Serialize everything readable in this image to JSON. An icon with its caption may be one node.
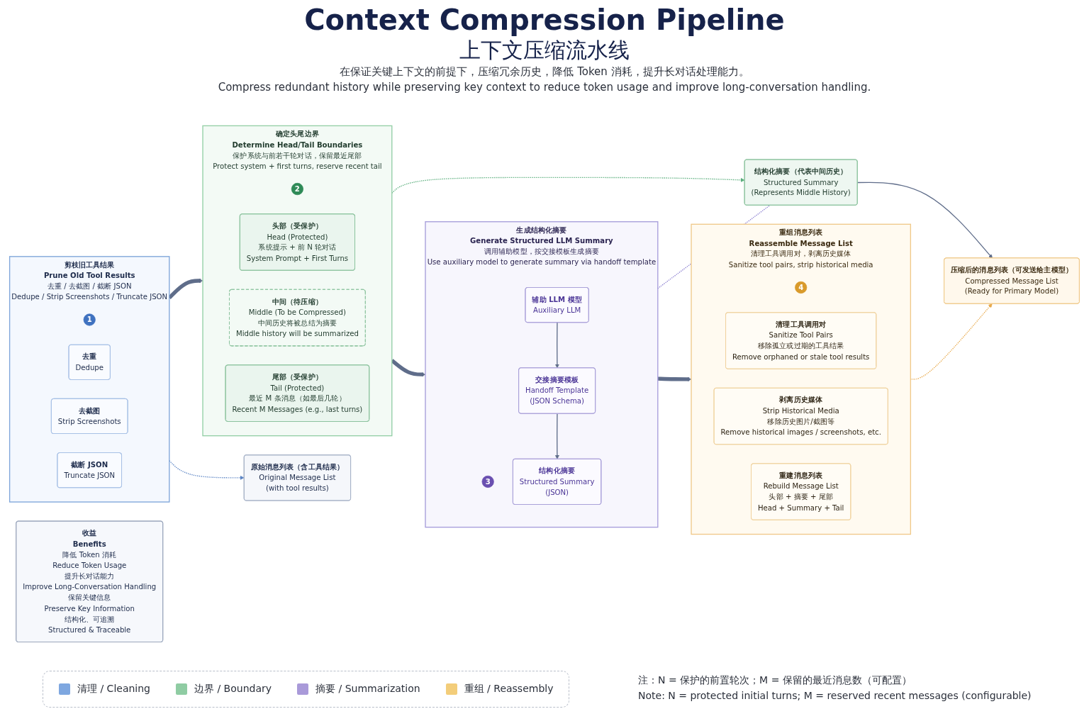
{
  "diagram": {
    "title": "Context Compression Pipeline",
    "nodes": [
      {
        "text": [
          "剪枝旧工具结果",
          "Prune Old Tool Results",
          "去重 / 去截图 / 截断 JSON",
          "Dedupe / Strip Screenshots / Truncate JSON"
        ]
      },
      {
        "text": [
          "1"
        ],
        "in": 0
      },
      {
        "text": [
          "去重",
          "Dedupe"
        ],
        "in": 0
      },
      {
        "text": [
          "去截图",
          "Strip Screenshots"
        ],
        "in": 0
      },
      {
        "text": [
          "截断 JSON",
          "Truncate JSON"
        ],
        "in": 0
      },
      {
        "text": [
          "确定头尾边界",
          "Determine Head/Tail Boundaries",
          "保护系统与前若干轮对话，保留最近尾部",
          "Protect system + first turns, reserve recent tail"
        ]
      },
      {
        "text": [
          "2"
        ],
        "in": 5
      },
      {
        "text": [
          "头部（受保护）",
          "Head (Protected)",
          "系统提示 + 前 N 轮对话",
          "System Prompt + First Turns"
        ],
        "in": 5
      },
      {
        "text": [
          "中间（待压缩）",
          "Middle (To be Compressed)",
          "中间历史将被总结为摘要",
          "Middle history will be summarized"
        ],
        "in": 5
      },
      {
        "text": [
          "尾部（受保护）",
          "Tail (Protected)",
          "最近 M 条消息（如最后几轮）",
          "Recent M Messages (e.g., last turns)"
        ],
        "in": 5
      },
      {
        "text": [
          "生成结构化摘要",
          "Generate Structured LLM Summary",
          "调用辅助模型，按交接模板生成摘要",
          "Use auxiliary model to generate summary via handoff template"
        ]
      },
      {
        "text": [
          "3"
        ],
        "in": 10
      },
      {
        "text": [
          "辅助 LLM 模型",
          "Auxiliary LLM"
        ],
        "in": 10
      },
      {
        "text": [
          "交接摘要模板",
          "Handoff Template",
          "(JSON Schema)"
        ],
        "in": 10
      },
      {
        "text": [
          "结构化摘要",
          "Structured Summary",
          "(JSON)"
        ],
        "in": 10
      },
      {
        "text": [
          "重组消息列表",
          "Reassemble Message List",
          "清理工具调用对，剥离历史媒体",
          "Sanitize tool pairs, strip historical media"
        ]
      },
      {
        "text": [
          "4"
        ],
        "in": 15
      },
      {
        "text": [
          "清理工具调用对",
          "Sanitize Tool Pairs",
          "移除孤立或过期的工具结果",
          "Remove orphaned or stale tool results"
        ],
        "in": 15
      },
      {
        "text": [
          "剥离历史媒体",
          "Strip Historical Media",
          "移除历史图片/截图等",
          "Remove historical images / screenshots, etc."
        ],
        "in": 15
      },
      {
        "text": [
          "重建消息列表",
          "Rebuild Message List",
          "头部 + 摘要 + 尾部",
          "Head + Summary + Tail"
        ],
        "in": 15
      },
      {
        "text": [
          "原始消息列表（含工具结果）",
          "Original Message List",
          "(with tool results)"
        ]
      },
      {
        "text": [
          "结构化摘要（代表中间历史）",
          "Structured Summary",
          "(Represents Middle History)"
        ]
      },
      {
        "text": [
          "压缩后的消息列表（可发送给主模型）",
          "Compressed Message List",
          "(Ready for Primary Model)"
        ]
      },
      {
        "text": [
          "收益",
          "Benefits",
          "降低 Token 消耗",
          "Reduce Token Usage",
          "提升长对话能力",
          "Improve Long-Conversation Handling",
          "保留关键信息",
          "Preserve Key Information",
          "结构化、可追溯",
          "Structured & Traceable"
        ]
      }
    ],
    "edges": [
      {
        "from": 0,
        "to": 5,
        "arrow": "to",
        "style": "thick"
      },
      {
        "from": 5,
        "to": 10,
        "arrow": "to",
        "style": "thick"
      },
      {
        "from": 10,
        "to": 15,
        "arrow": "to",
        "style": "thick"
      },
      {
        "from": 12,
        "to": 13,
        "arrow": "to"
      },
      {
        "from": 13,
        "to": 14,
        "arrow": "to"
      },
      {
        "from": 0,
        "to": 20,
        "arrow": "to",
        "style": "dashed",
        "color": "#5b84c4"
      },
      {
        "from": 5,
        "to": 21,
        "arrow": "to",
        "style": "dashed",
        "color": "#5aae7c"
      },
      {
        "from": 10,
        "to": 21,
        "arrow": "none",
        "style": "dashed",
        "color": "#8b7fd0"
      },
      {
        "from": 21,
        "to": 22,
        "arrow": "to"
      },
      {
        "from": 15,
        "to": 22,
        "arrow": "to",
        "style": "dashed",
        "color": "#e8a94a"
      }
    ],
    "labels": [
      "上下文压缩流水线",
      "在保证关键上下文的前提下，压缩冗余历史，降低 Token 消耗，提升长对话处理能力。",
      "Compress redundant history while preserving key context to reduce token usage and improve long-conversation handling.",
      "注：N = 保护的前置轮次；M = 保留的最近消息数（可配置）",
      "Note: N = protected initial turns; M = reserved recent messages (configurable)"
    ],
    "legend": [
      {
        "text": "清理 / Cleaning",
        "color": "#7ea7e0"
      },
      {
        "text": "边界 / Boundary",
        "color": "#8fcca3"
      },
      {
        "text": "摘要 / Summarization",
        "color": "#a99ad9"
      },
      {
        "text": "重组 / Reassembly",
        "color": "#f3cd7a"
      }
    ]
  }
}
